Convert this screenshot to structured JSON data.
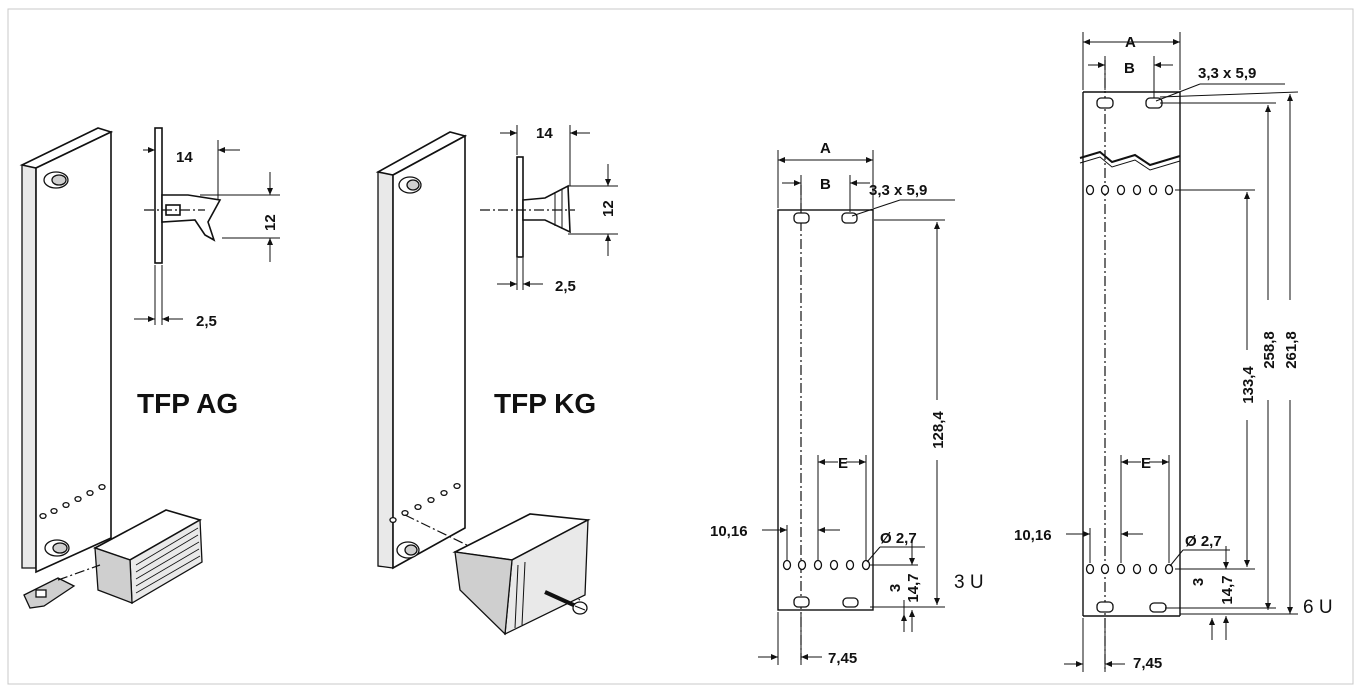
{
  "labels": {
    "tfp_ag": "TFP AG",
    "tfp_kg": "TFP KG",
    "u3": "3 U",
    "u6": "6 U"
  },
  "dims": {
    "ag_14": "14",
    "ag_12": "12",
    "ag_25": "2,5",
    "kg_14": "14",
    "kg_12": "12",
    "kg_25": "2,5",
    "u3_a": "A",
    "u3_b": "B",
    "u3_slot": "3,3 x 5,9",
    "u3_1284": "128,4",
    "u3_e": "E",
    "u3_1016": "10,16",
    "u3_d27": "Ø 2,7",
    "u3_3": "3",
    "u3_147": "14,7",
    "u3_745": "7,45",
    "u6_a": "A",
    "u6_b": "B",
    "u6_slot": "3,3 x 5,9",
    "u6_1334": "133,4",
    "u6_2588": "258,8",
    "u6_2618": "261,8",
    "u6_e": "E",
    "u6_1016": "10,16",
    "u6_d27": "Ø 2,7",
    "u6_3": "3",
    "u6_147": "14,7",
    "u6_745": "7,45"
  }
}
